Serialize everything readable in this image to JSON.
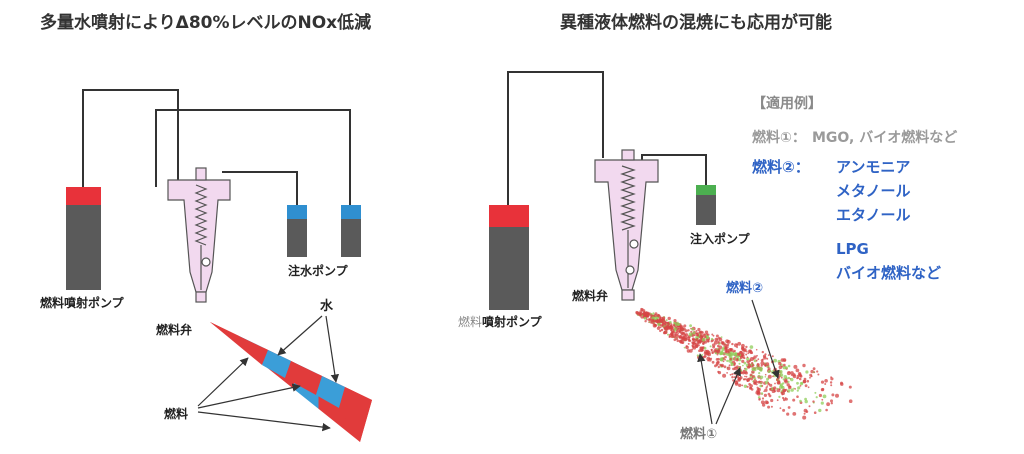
{
  "left": {
    "title": "多量水噴射によりΔ80%レベルのNOx低減",
    "fuel_pump_label": "燃料噴射ポンプ",
    "water_pump_label": "注水ポンプ",
    "valve_label": "燃料弁",
    "water_label": "水",
    "fuel_label": "燃料"
  },
  "right": {
    "title": "異種液体燃料の混焼にも応用が可能",
    "fuel_pump_label_a": "燃料",
    "fuel_pump_label_b": "噴射ポンプ",
    "injection_pump_label": "注入ポンプ",
    "valve_label": "燃料弁",
    "fuel2_label": "燃料②",
    "fuel1_label": "燃料①"
  },
  "legend": {
    "heading": "【適用例】",
    "fuel1_prefix": "燃料①：",
    "fuel1_text": "MGO, バイオ燃料など",
    "fuel2_prefix": "燃料②：",
    "fuel2_items": [
      "アンモニア",
      "メタノール",
      "エタノール"
    ],
    "fuel2_items_b": [
      "LPG",
      "バイオ燃料など"
    ]
  },
  "colors": {
    "pump_body": "#5a5a5a",
    "fuel_cap": "#e8323a",
    "water_cap": "#2f8fd0",
    "green_cap": "#4caf50",
    "valve_body": "#f2d9ef",
    "spray_red": "#e13b3b",
    "spray_blue": "#3b9ed8",
    "accent_blue": "#2f63c5"
  }
}
